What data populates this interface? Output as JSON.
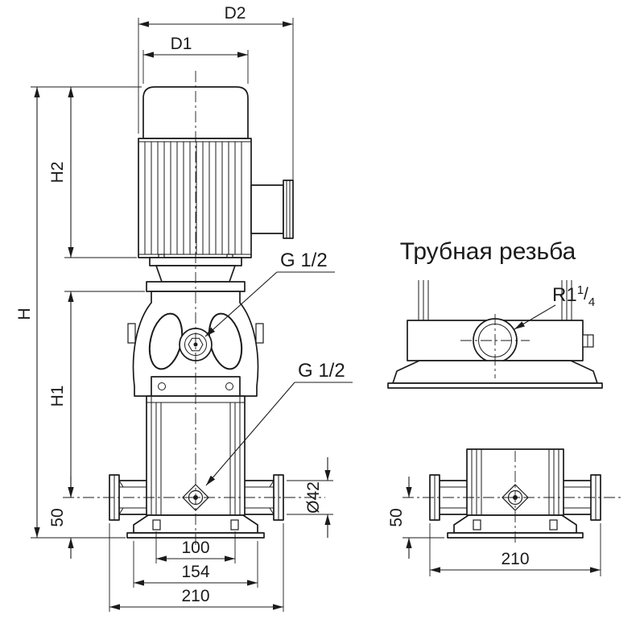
{
  "colors": {
    "ink": "#1b1b1b",
    "background": "#ffffff"
  },
  "main_view": {
    "dims": {
      "d2": "D2",
      "d1": "D1",
      "h2": "H2",
      "h": "H",
      "h1": "H1",
      "port_height": "50",
      "pipe_diameter": "Ø42",
      "base_inner": "100",
      "base_length": "154",
      "overall_width": "210"
    },
    "labels": {
      "thread_top": "G 1/2",
      "thread_bottom": "G 1/2"
    }
  },
  "right_section": {
    "title": "Трубная резьба",
    "thread_label": {
      "base": "R1",
      "numerator": "1",
      "slash": "/",
      "denominator": "4"
    }
  },
  "bottom_view": {
    "dims": {
      "port_height": "50",
      "overall_width": "210"
    }
  }
}
